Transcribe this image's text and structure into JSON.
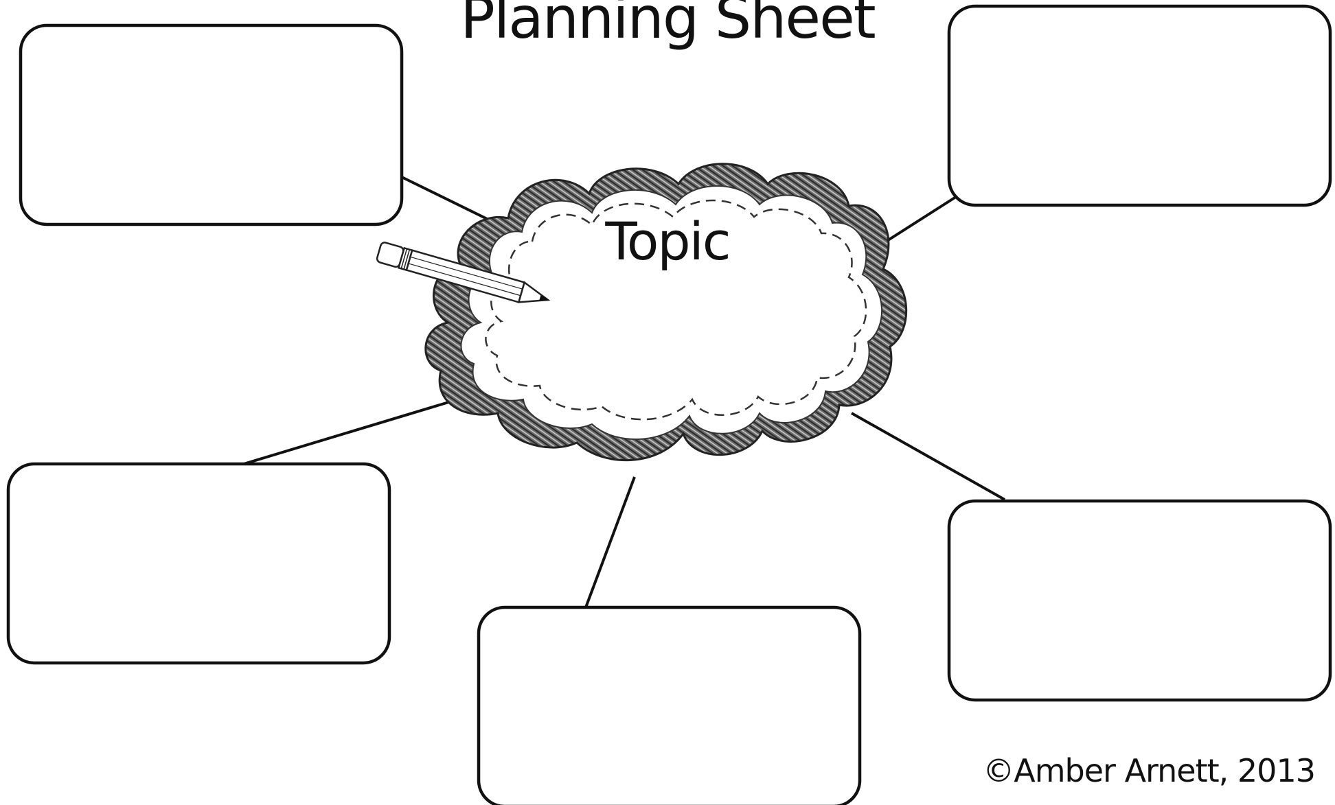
{
  "sheet": {
    "title": "Planning Sheet",
    "topic_label": "Topic",
    "copyright": "©Amber Arnett, 2013"
  },
  "boxes": [
    {
      "label": ""
    },
    {
      "label": ""
    },
    {
      "label": ""
    },
    {
      "label": ""
    },
    {
      "label": ""
    }
  ],
  "icons": {
    "pencil": "pencil-icon",
    "cloud": "cloud-shape"
  },
  "colors": {
    "ink": "#111111",
    "paper": "#ffffff",
    "cloud_border": "#555555"
  }
}
